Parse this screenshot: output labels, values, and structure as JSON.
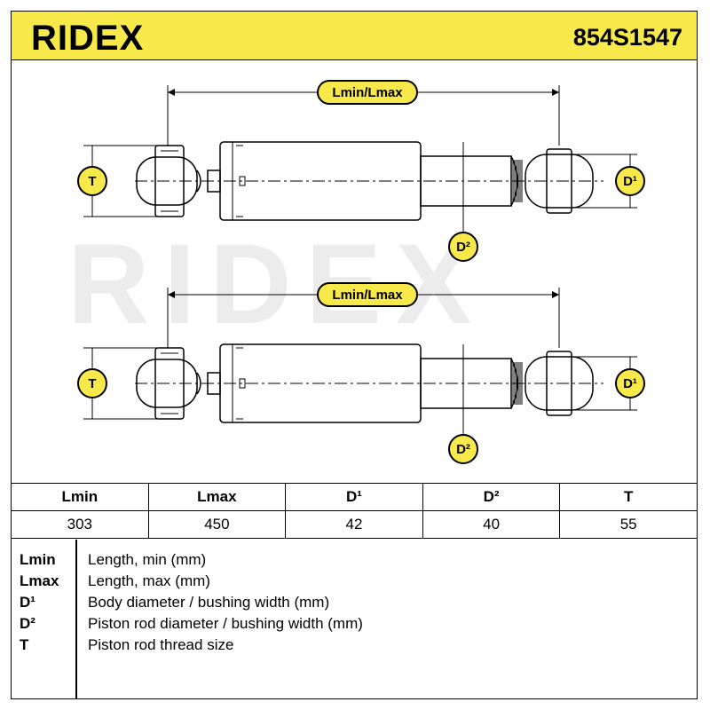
{
  "header": {
    "brand": "RIDEX",
    "part_number": "854S1547"
  },
  "watermark": "RIDEX",
  "diagram": {
    "labels": {
      "length": "Lmin/Lmax",
      "thread": "T",
      "d1": "D¹",
      "d2": "D²"
    },
    "colors": {
      "badge": "#f7e94a",
      "line": "#000000",
      "watermark": "#ececec"
    }
  },
  "spec_table": {
    "headers": [
      "Lmin",
      "Lmax",
      "D¹",
      "D²",
      "T"
    ],
    "values": [
      "303",
      "450",
      "42",
      "40",
      "55"
    ]
  },
  "legend": [
    {
      "key": "Lmin",
      "desc": "Length, min (mm)"
    },
    {
      "key": "Lmax",
      "desc": "Length, max (mm)"
    },
    {
      "key": "D¹",
      "desc": "Body diameter / bushing width (mm)"
    },
    {
      "key": "D²",
      "desc": "Piston rod diameter / bushing width (mm)"
    },
    {
      "key": "T",
      "desc": "Piston rod thread size"
    }
  ]
}
